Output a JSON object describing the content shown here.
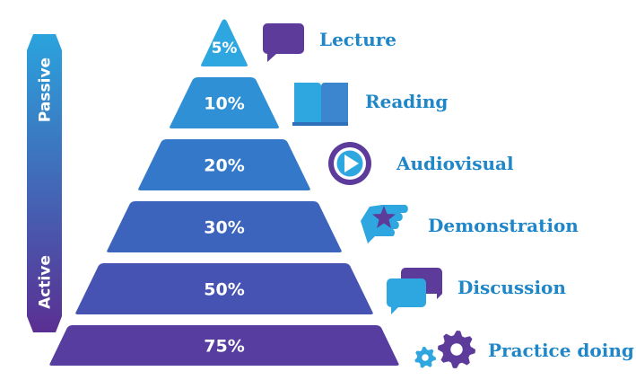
{
  "colors": {
    "label_text": "#1f86c8",
    "levels": [
      "#2ea6df",
      "#2f90d6",
      "#3478c9",
      "#3c64bd",
      "#4653b3",
      "#563d9f"
    ],
    "axis_top": "#2aa3dd",
    "axis_bottom": "#5a2f92",
    "icon_purple": "#5d3b9b",
    "icon_blue": "#2ea6df"
  },
  "axis": {
    "top_label": "Passive",
    "bottom_label": "Active"
  },
  "levels": [
    {
      "percent": "5%",
      "label": "Lecture",
      "icon": "speech-bubble-icon"
    },
    {
      "percent": "10%",
      "label": "Reading",
      "icon": "open-book-icon"
    },
    {
      "percent": "20%",
      "label": "Audiovisual",
      "icon": "play-button-icon"
    },
    {
      "percent": "30%",
      "label": "Demonstration",
      "icon": "hand-star-icon"
    },
    {
      "percent": "50%",
      "label": "Discussion",
      "icon": "chat-bubbles-icon"
    },
    {
      "percent": "75%",
      "label": "Practice doing",
      "icon": "gears-icon"
    }
  ]
}
